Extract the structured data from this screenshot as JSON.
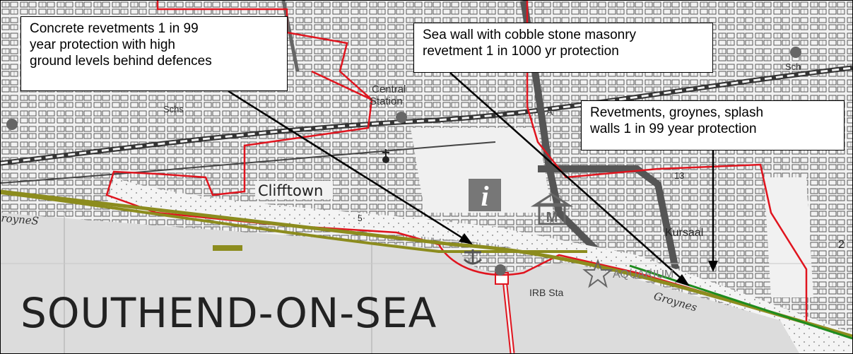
{
  "map": {
    "town_label": "SOUTHEND-ON-SEA",
    "labels": {
      "central_station": [
        "Central",
        "Station"
      ],
      "clifftown": "Clifftown",
      "groynes_left": "royneS",
      "groynes_right": "Groynes",
      "irb_station": "IRB Sta",
      "kursaal": "Kursaal",
      "aquarium": "AQUARIUM",
      "schs": "Schs",
      "sch": "Sch",
      "route_a": "A",
      "number_13": "13",
      "number_5": "5",
      "number_2": "2",
      "info_symbol": "i",
      "museum_symbol": "M"
    },
    "colors": {
      "sea": "#dcdcdc",
      "land": "#f2f2f2",
      "boundary": "#e0141e",
      "defence_line_olive": "#8c8c1e",
      "defence_line_green": "#1e8c1e",
      "arrow": "#000000",
      "roads": "#555555"
    },
    "icons": [
      "information-icon",
      "museum-icon",
      "aquarium-star-icon",
      "station-dot-icon",
      "church-cross-icon",
      "anchor-icon"
    ]
  },
  "callouts": [
    {
      "lines": [
        "Concrete revetments 1 in 99",
        "year protection with high",
        "ground levels behind defences"
      ]
    },
    {
      "lines": [
        "Sea wall with cobble stone masonry",
        "revetment 1 in 1000 yr protection"
      ]
    },
    {
      "lines": [
        "Revetments, groynes, splash",
        "walls 1 in 99 year protection"
      ]
    }
  ]
}
